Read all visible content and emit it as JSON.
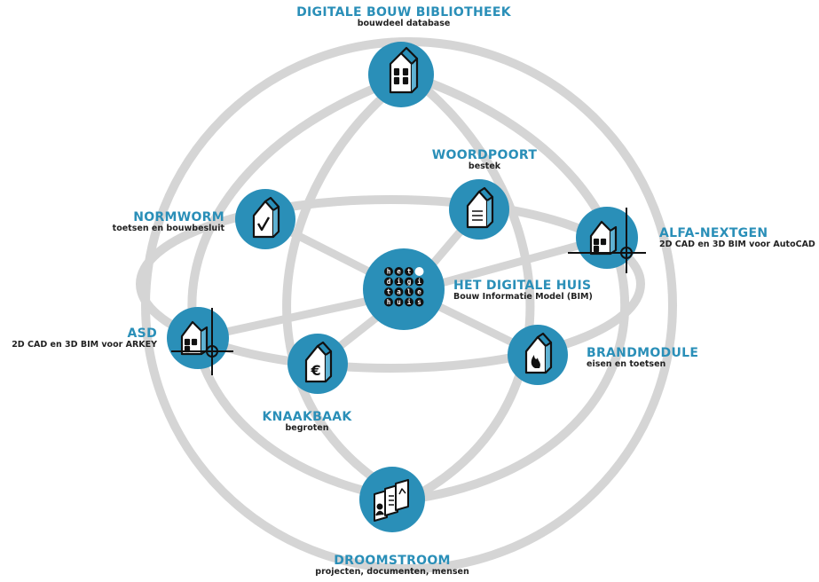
{
  "colors": {
    "accent": "#2a8fb8",
    "node_fill": "#2a8fb8",
    "ring": "#d5d5d5",
    "title": "#2a8fb8"
  },
  "nodes": {
    "bibliotheek": {
      "title": "DIGITALE BOUW BIBLIOTHEEK",
      "subtitle": "bouwdeel database",
      "icon": "building-tower-icon"
    },
    "woordpoort": {
      "title": "WOORDPOORT",
      "subtitle": "bestek",
      "icon": "house-document-icon"
    },
    "normworm": {
      "title": "NORMWORM",
      "subtitle": "toetsen en bouwbesluit",
      "icon": "house-check-icon"
    },
    "alfa": {
      "title": "ALFA-NEXTGEN",
      "subtitle": "2D CAD en 3D BIM voor AutoCAD",
      "icon": "house-crosshair-icon"
    },
    "center": {
      "title": "HET DIGITALE HUIS",
      "subtitle": "Bouw Informatie Model (BIM)",
      "icon": "het-digitale-huis-logo",
      "logo_rows": [
        "het",
        "digi",
        "tale",
        "huis"
      ]
    },
    "asd": {
      "title": "ASD",
      "subtitle": "2D CAD en 3D BIM voor ARKEY",
      "icon": "house-crosshair-icon"
    },
    "knaakbaak": {
      "title": "KNAAKBAAK",
      "subtitle": "begroten",
      "icon": "house-euro-icon"
    },
    "brandmodule": {
      "title": "BRANDMODULE",
      "subtitle": "eisen en toetsen",
      "icon": "house-flame-icon"
    },
    "droomstroom": {
      "title": "DROOMSTROOM",
      "subtitle": "projecten, documenten, mensen",
      "icon": "document-stack-icon"
    }
  }
}
